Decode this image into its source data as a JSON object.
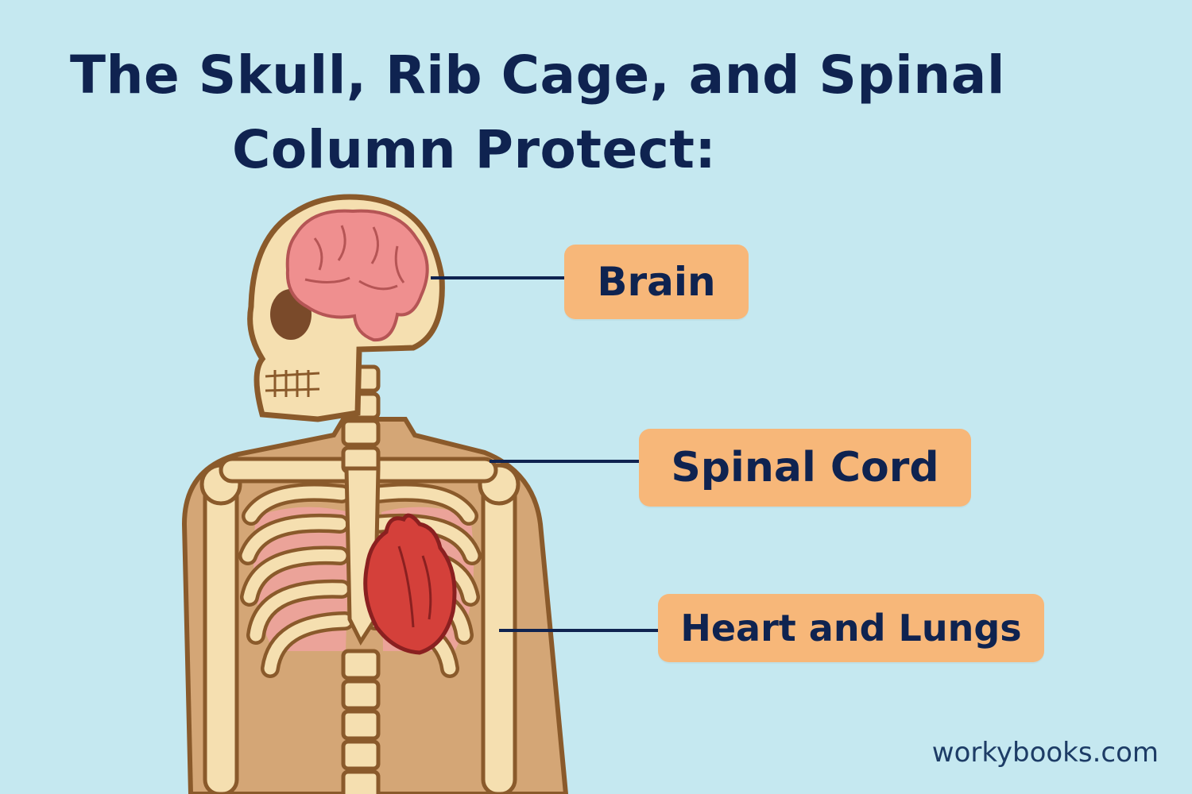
{
  "title": {
    "line1": "The Skull, Rib Cage, and Spinal",
    "line2": "Column Protect:"
  },
  "labels": {
    "brain": "Brain",
    "spinal_cord": "Spinal Cord",
    "heart_lungs": "Heart and Lungs"
  },
  "watermark": "workybooks.com",
  "colors": {
    "background": "#c5e8f0",
    "title_text": "#0f2350",
    "label_box": "#f7b779",
    "bone": "#f5dfb0",
    "bone_outline": "#8a5a2b",
    "body": "#d4a676",
    "brain": "#ef8f8f",
    "heart": "#d4403a",
    "lungs": "#eba399"
  },
  "icons": {
    "skull": "skull-icon",
    "brain": "brain-icon",
    "heart": "heart-icon",
    "ribcage": "ribcage-icon",
    "spine": "spine-icon"
  }
}
